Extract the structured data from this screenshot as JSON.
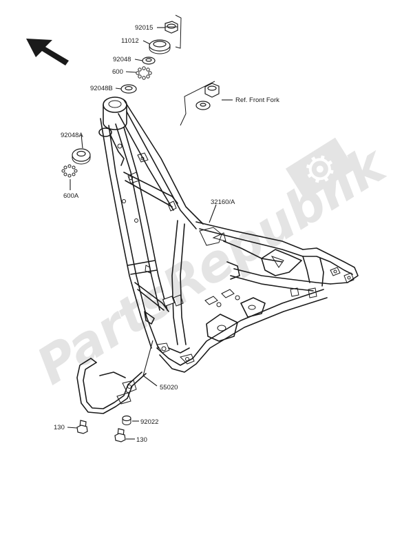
{
  "watermark": {
    "text": "PartsRepublik",
    "icon": "gear-icon"
  },
  "direction_arrow": {
    "icon": "arrow-up-left-icon"
  },
  "labels": {
    "l92015": "92015",
    "l11012": "11012",
    "l92048": "92048",
    "l600": "600",
    "l92048B": "92048B",
    "l92048A": "92048A",
    "l600A": "600A",
    "ref_front_fork": "Ref. Front Fork",
    "l32160A": "32160/A",
    "l55020": "55020",
    "l92022": "92022",
    "l130_left": "130",
    "l130_right": "130"
  }
}
